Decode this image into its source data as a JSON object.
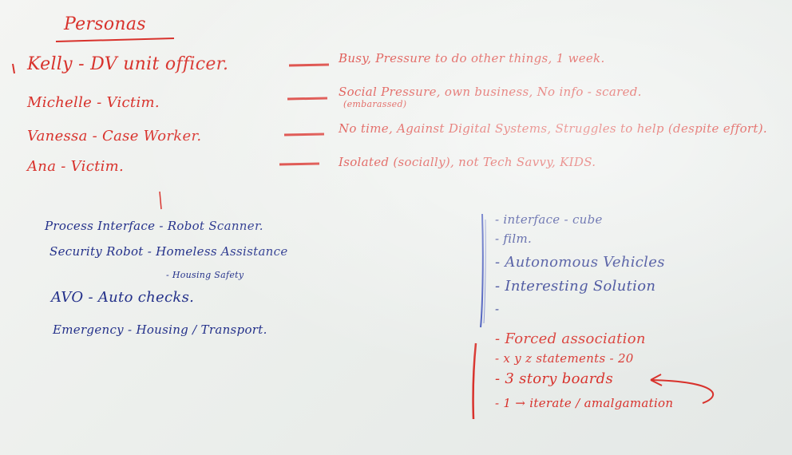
{
  "title": "Personas",
  "personas": [
    {
      "name": "Kelly - DV unit officer.",
      "notes": "Busy, Pressure to do other things, 1 week."
    },
    {
      "name": "Michelle - Victim.",
      "notes": "Social Pressure, own business, No info - scared.",
      "sub": "(embarassed)"
    },
    {
      "name": "Vanessa - Case Worker.",
      "notes": "No time, Against Digital Systems, Struggles to help (despite effort)."
    },
    {
      "name": "Ana - Victim.",
      "notes": "Isolated (socially), not Tech Savvy, KIDS."
    }
  ],
  "left_list": [
    "Process Interface - Robot Scanner.",
    "Security Robot - Homeless Assistance",
    "- Housing Safety",
    "AVO - Auto checks.",
    "Emergency - Housing / Transport."
  ],
  "right_blue": [
    "- interface - cube",
    "- film.",
    "- Autonomous Vehicles",
    "- Interesting Solution",
    "-"
  ],
  "right_red": [
    "- Forced association",
    "- x y z statements - 20",
    "- 3 story boards",
    "- 1 → iterate / amalgamation"
  ]
}
